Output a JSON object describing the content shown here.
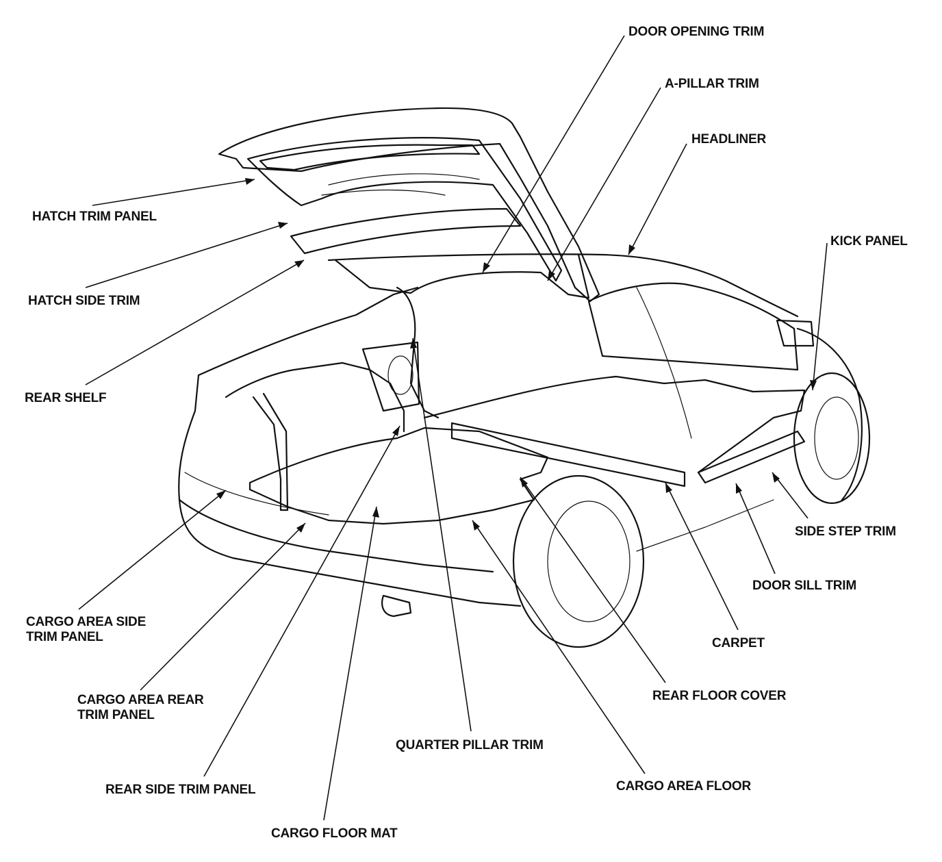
{
  "labels": {
    "door_opening_trim": "DOOR OPENING TRIM",
    "a_pillar_trim": "A-PILLAR TRIM",
    "headliner": "HEADLINER",
    "kick_panel": "KICK PANEL",
    "hatch_trim_panel": "HATCH TRIM PANEL",
    "hatch_side_trim": "HATCH SIDE TRIM",
    "rear_shelf": "REAR SHELF",
    "side_step_trim": "SIDE STEP TRIM",
    "door_sill_trim": "DOOR SILL TRIM",
    "carpet": "CARPET",
    "cargo_area_side_trim_panel_1": "CARGO AREA SIDE",
    "cargo_area_side_trim_panel_2": "TRIM PANEL",
    "cargo_area_rear_trim_panel_1": "CARGO AREA REAR",
    "cargo_area_rear_trim_panel_2": "TRIM PANEL",
    "rear_floor_cover": "REAR FLOOR COVER",
    "quarter_pillar_trim": "QUARTER PILLAR TRIM",
    "cargo_area_floor": "CARGO AREA FLOOR",
    "rear_side_trim_panel": "REAR SIDE TRIM PANEL",
    "cargo_floor_mat": "CARGO FLOOR MAT"
  }
}
